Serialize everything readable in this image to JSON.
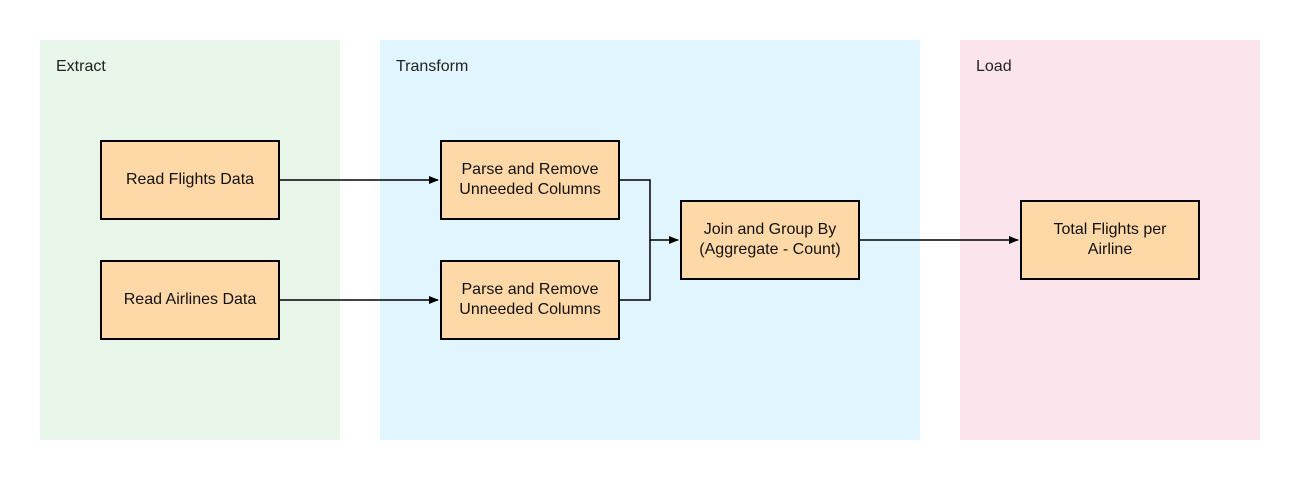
{
  "lanes": {
    "extract": "Extract",
    "transform": "Transform",
    "load": "Load"
  },
  "nodes": {
    "read_flights": "Read Flights Data",
    "read_airlines": "Read Airlines Data",
    "parse_flights": "Parse and Remove\nUnneeded Columns",
    "parse_airlines": "Parse and Remove\nUnneeded Columns",
    "join_group": "Join and Group By\n(Aggregate - Count)",
    "total_flights": "Total Flights per\nAirline"
  },
  "colors": {
    "node_fill": "#ffd8a8",
    "extract_lane": "#e8f5e9",
    "transform_lane": "#e1f5fe",
    "load_lane": "#fce4ec"
  }
}
